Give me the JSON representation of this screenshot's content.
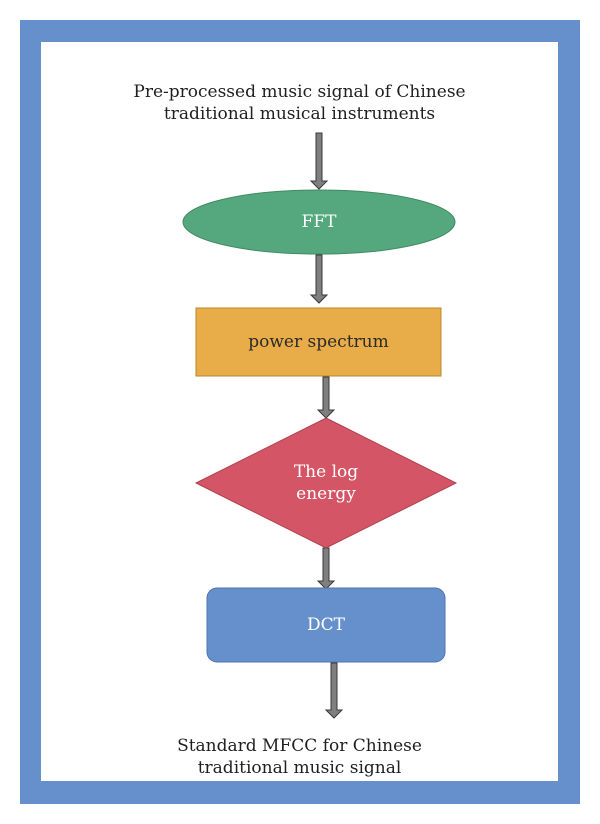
{
  "input": {
    "line1": "Pre-processed music signal of Chinese",
    "line2": "traditional musical instruments"
  },
  "nodes": {
    "fft": "FFT",
    "power_spectrum": "power spectrum",
    "log_energy_line1": "The log",
    "log_energy_line2": "energy",
    "dct": "DCT"
  },
  "output": {
    "line1": "Standard MFCC for Chinese",
    "line2": "traditional music signal"
  },
  "colors": {
    "border": "#6690cc",
    "fft": "#55a87d",
    "power_spectrum": "#e8ad48",
    "log_energy": "#d35566",
    "dct": "#6690cc",
    "arrow": "#7f7f7f"
  }
}
